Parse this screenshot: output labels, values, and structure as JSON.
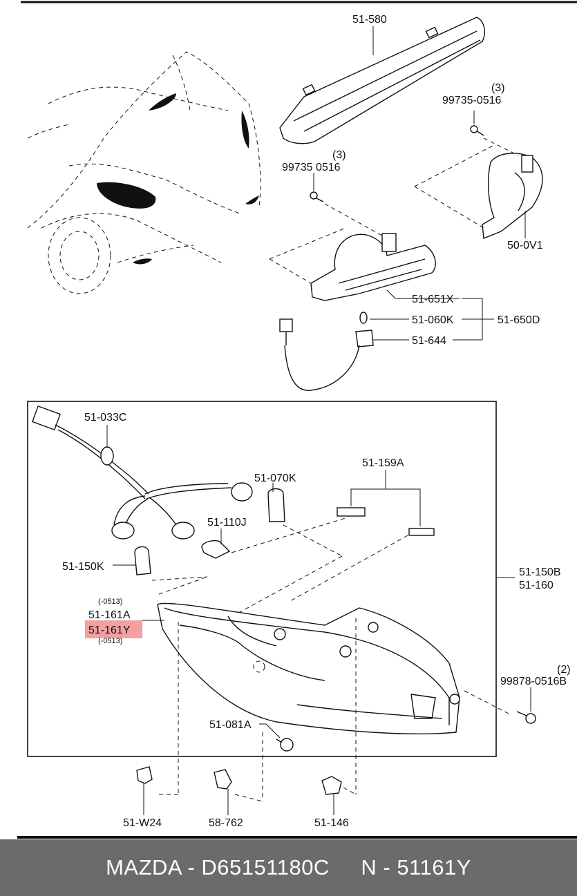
{
  "labels": {
    "p51_580": "51-580",
    "p99735_a": "99735-0516",
    "p99735_a_qty": "(3)",
    "p99735_b": "99735 0516",
    "p99735_b_qty": "(3)",
    "p50_0v1": "50-0V1",
    "p51_651x": "51-651X",
    "p51_060k": "51-060K",
    "p51_644": "51-644",
    "p51_650d": "51-650D",
    "p51_033c": "51-033C",
    "p51_070k": "51-070K",
    "p51_159a": "51-159A",
    "p51_110j": "51-110J",
    "p51_150k": "51-150K",
    "p51_150b": "51-150B",
    "p51_160": "51-160",
    "note_0513_top": "(-0513)",
    "p51_161a": "51-161A",
    "p51_161y": "51-161Y",
    "note_0513_bottom": "(-0513)",
    "p99878": "99878-0516B",
    "p99878_qty": "(2)",
    "p51_081a": "51-081A",
    "p51_w24": "51-W24",
    "p58_762": "58-762",
    "p51_146": "51-146"
  },
  "highlight_color": "#f4a0a0",
  "footer": {
    "text": "MAZDA - D65151180C     N - 51161Y",
    "background": "#6b6b6b",
    "color": "#ffffff"
  }
}
